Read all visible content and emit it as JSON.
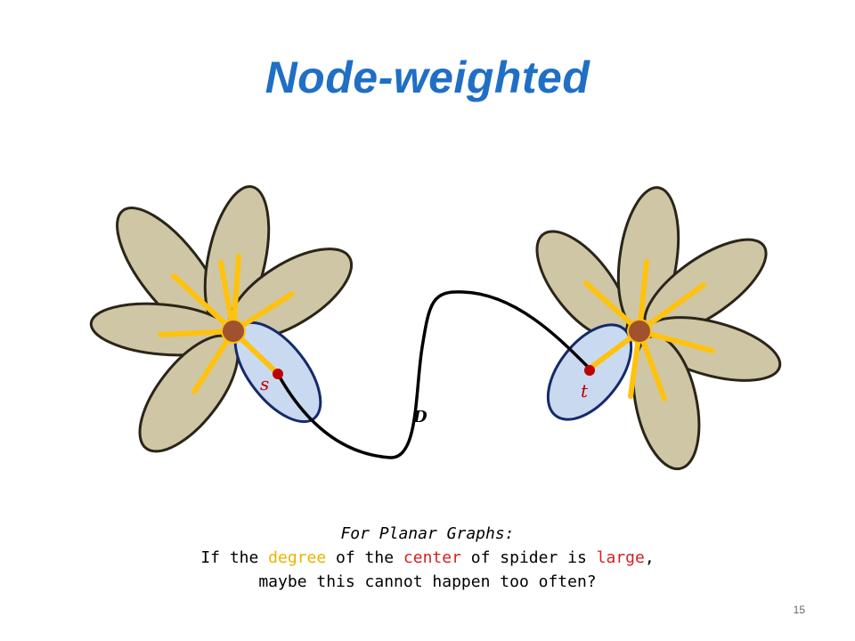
{
  "slide": {
    "title": "Node-weighted",
    "page_number": "15"
  },
  "diagram": {
    "label_s": "s",
    "label_t": "t",
    "label_path": "D",
    "colors": {
      "petal_fill": "#cfc6a6",
      "petal_stroke": "#2a2518",
      "terminal_petal_fill": "#c9daf0",
      "terminal_petal_stroke": "#152a6b",
      "spoke": "#ffc20e",
      "center": "#a0522d",
      "terminal_point": "#c00000",
      "path": "#000000"
    }
  },
  "caption": {
    "line1": "For Planar Graphs:",
    "line2_a": "If the ",
    "line2_degree": "degree",
    "line2_b": " of the ",
    "line2_center": "center",
    "line2_c": " of spider is ",
    "line2_large": "large",
    "line2_d": ",",
    "line3": "maybe this cannot happen too often?"
  }
}
